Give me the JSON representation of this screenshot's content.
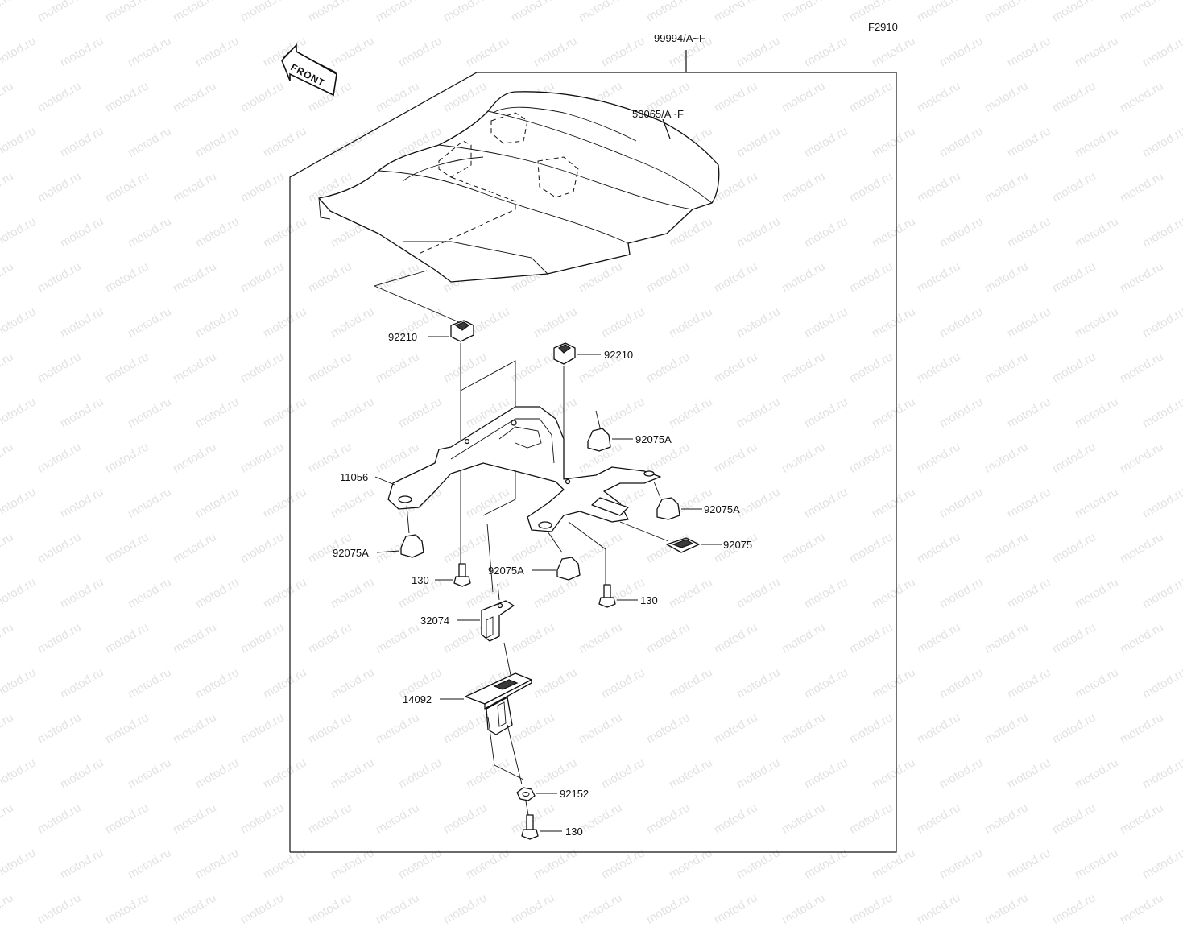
{
  "figure_code": "F2910",
  "front_label": "FRONT",
  "watermark": "motod.ru",
  "parts": {
    "kit": "99994/A~F",
    "cowl": "53065/A~F",
    "clip_left": "92210",
    "clip_right": "92210",
    "damper_right_top": "92075A",
    "stay": "11056",
    "damper_right_mid": "92075A",
    "pad": "92075",
    "damper_left": "92075A",
    "damper_center": "92075A",
    "bolt_left": "130",
    "bolt_right": "130",
    "bracket": "32074",
    "holder": "14092",
    "nut": "92152",
    "bolt_bottom": "130"
  }
}
